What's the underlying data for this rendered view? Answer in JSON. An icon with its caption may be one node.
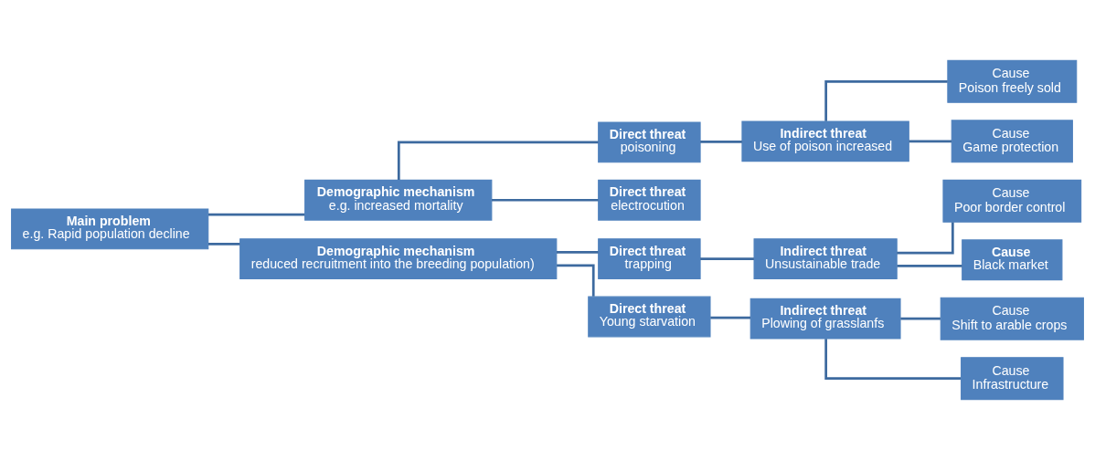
{
  "diagram": {
    "nodes": [
      {
        "text": [
          "Main problem",
          "e.g. Rapid population decline"
        ]
      },
      {
        "text": [
          "Demographic mechanism",
          "e.g. increased mortality"
        ]
      },
      {
        "text": [
          "Demographic mechanism",
          "reduced recruitment into the breeding population)"
        ]
      },
      {
        "text": [
          "Direct threat",
          "poisoning"
        ]
      },
      {
        "text": [
          "Direct threat",
          "electrocution"
        ]
      },
      {
        "text": [
          "Direct threat",
          "trapping"
        ]
      },
      {
        "text": [
          "Direct threat",
          "Young starvation"
        ]
      },
      {
        "text": [
          "Indirect threat",
          "Use of poison increased"
        ]
      },
      {
        "text": [
          "Indirect threat",
          "Unsustainable trade"
        ]
      },
      {
        "text": [
          "Indirect threat",
          "Plowing of grasslanfs"
        ]
      },
      {
        "text": [
          "Cause",
          "Poison freely sold"
        ]
      },
      {
        "text": [
          "Cause",
          "Game protection"
        ]
      },
      {
        "text": [
          "Cause",
          "Poor border control"
        ]
      },
      {
        "text": [
          "Cause",
          "Black market"
        ]
      },
      {
        "text": [
          "Cause",
          "Shift to arable crops"
        ]
      },
      {
        "text": [
          "Cause",
          "Infrastructure"
        ]
      }
    ],
    "edges": [
      {
        "from": 0,
        "to": 1,
        "arrow": "none"
      },
      {
        "from": 0,
        "to": 2,
        "arrow": "none"
      },
      {
        "from": 1,
        "to": 3,
        "arrow": "none"
      },
      {
        "from": 1,
        "to": 4,
        "arrow": "none"
      },
      {
        "from": 2,
        "to": 5,
        "arrow": "none"
      },
      {
        "from": 2,
        "to": 6,
        "arrow": "none"
      },
      {
        "from": 3,
        "to": 7,
        "arrow": "none"
      },
      {
        "from": 5,
        "to": 8,
        "arrow": "none"
      },
      {
        "from": 6,
        "to": 9,
        "arrow": "none"
      },
      {
        "from": 7,
        "to": 10,
        "arrow": "none"
      },
      {
        "from": 7,
        "to": 11,
        "arrow": "none"
      },
      {
        "from": 8,
        "to": 12,
        "arrow": "none"
      },
      {
        "from": 8,
        "to": 13,
        "arrow": "none"
      },
      {
        "from": 9,
        "to": 14,
        "arrow": "none"
      },
      {
        "from": 9,
        "to": 15,
        "arrow": "none"
      }
    ]
  }
}
